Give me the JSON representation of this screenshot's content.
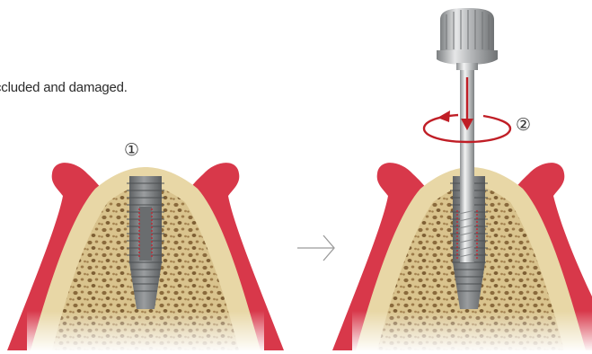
{
  "caption": "ccluded and damaged.",
  "steps": {
    "first": "①",
    "second": "②"
  },
  "colors": {
    "gum": "#d8384a",
    "bone": "#e8d7a6",
    "implant": "#7b7e80",
    "thread_damage": "#c8202c",
    "rotation_arrow": "#c01e26"
  }
}
